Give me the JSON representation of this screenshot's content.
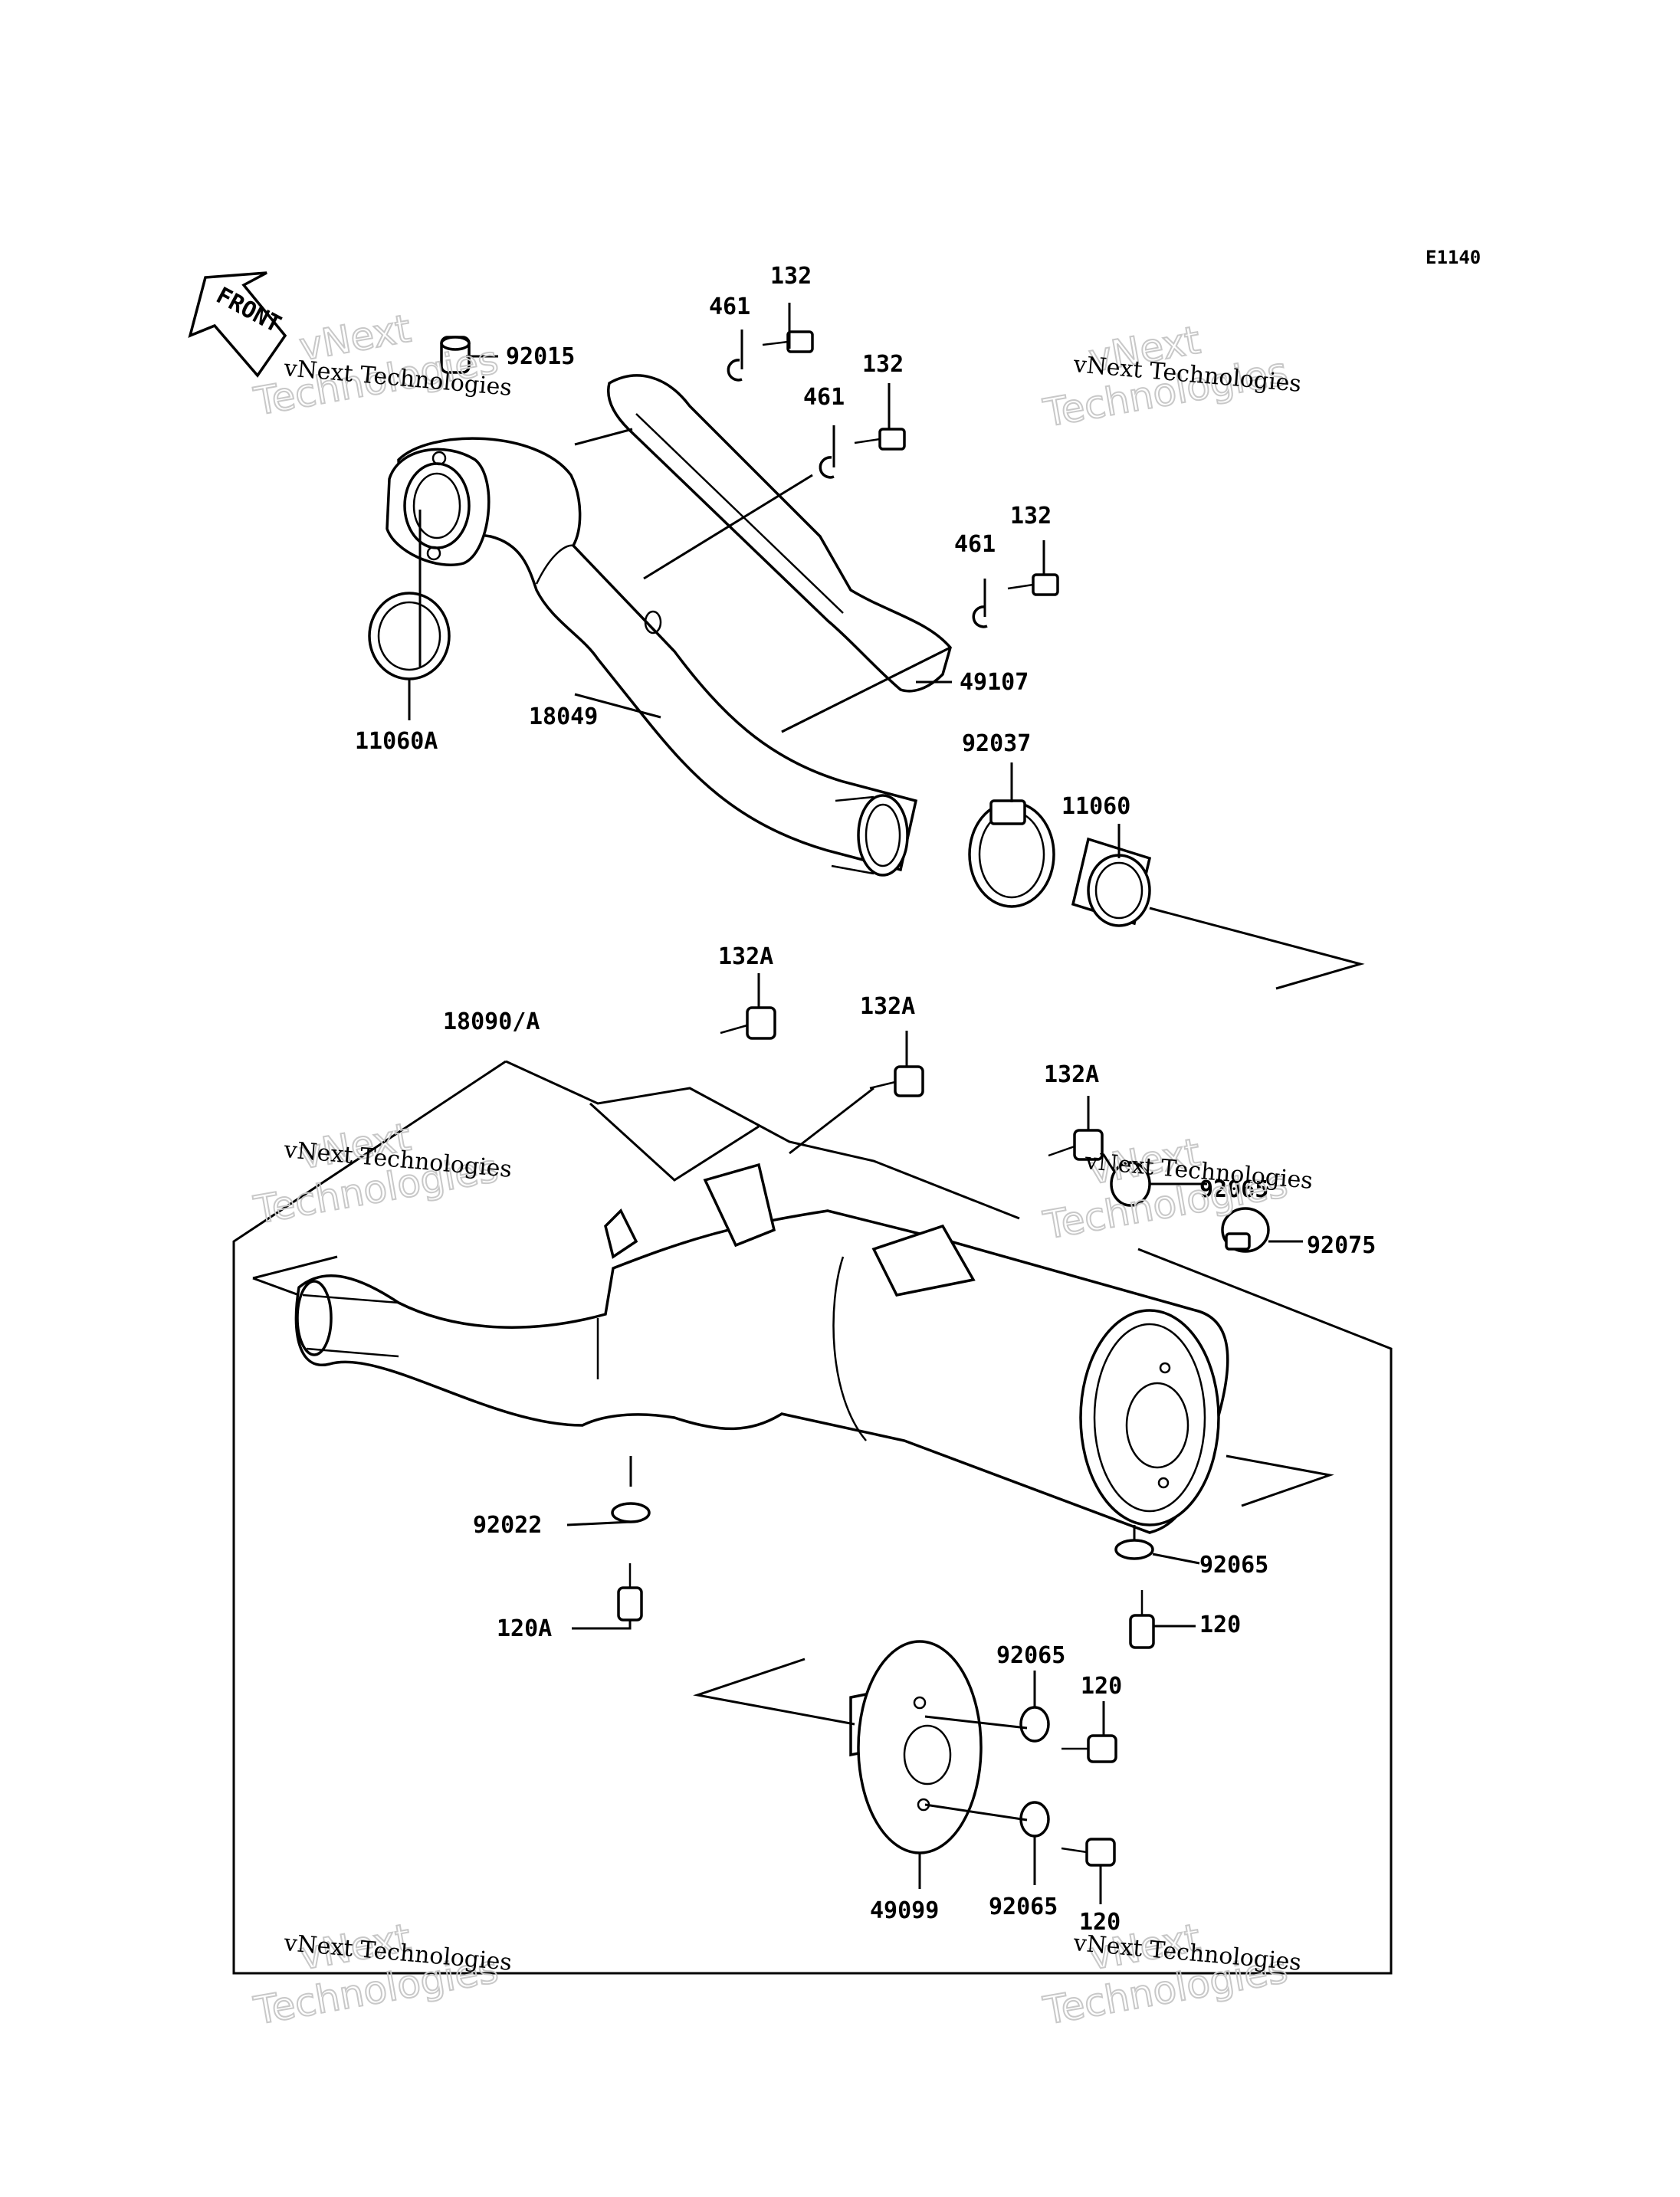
{
  "diagram_code": "E1140",
  "front_label": "FRONT",
  "watermark": {
    "line1": "vNext Technologies",
    "line2": "vNext",
    "line3": "Technologies"
  },
  "parts": {
    "p92015": "92015",
    "p132_a": "132",
    "p461_a": "461",
    "p132_b": "132",
    "p461_b": "461",
    "p132_c": "132",
    "p461_c": "461",
    "p49107": "49107",
    "p18049": "18049",
    "p11060A": "11060A",
    "p92037": "92037",
    "p11060": "11060",
    "p132A_a": "132A",
    "p132A_b": "132A",
    "p132A_c": "132A",
    "p18090A": "18090/A",
    "p92065_top": "92065",
    "p92075": "92075",
    "p92022": "92022",
    "p92065_mid": "92065",
    "p120A": "120A",
    "p120_mid": "120",
    "p92065_c": "92065",
    "p120_c": "120",
    "p49099": "49099",
    "p92065_d": "92065",
    "p120_d": "120"
  }
}
